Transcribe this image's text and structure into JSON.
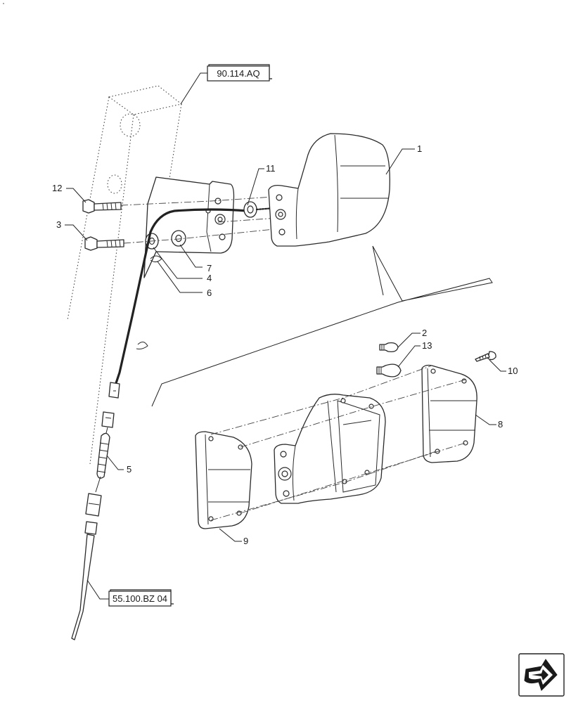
{
  "diagram": {
    "references": [
      {
        "id": "ref-top",
        "label": "90.114.AQ"
      },
      {
        "id": "ref-bottom",
        "label": "55.100.BZ 04"
      }
    ],
    "callouts": [
      "1",
      "2",
      "3",
      "4",
      "5",
      "6",
      "7",
      "8",
      "9",
      "10",
      "11",
      "12",
      "13"
    ]
  }
}
